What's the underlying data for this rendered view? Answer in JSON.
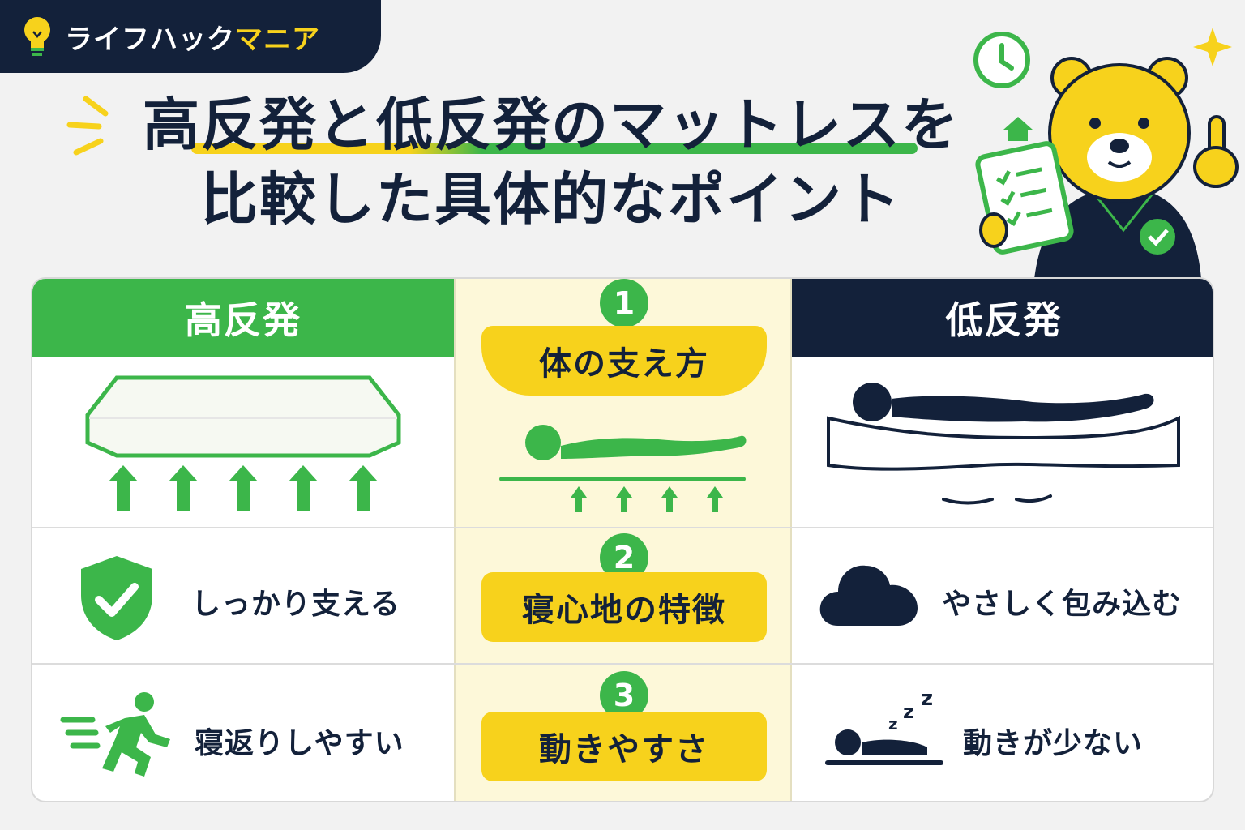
{
  "brand": {
    "name_main": "ライフハック",
    "name_accent": "マニア"
  },
  "title": {
    "line1": "高反発と低反発のマットレスを",
    "line2": "比較した具体的なポイント"
  },
  "columns": {
    "high": "高反発",
    "low": "低反発"
  },
  "rows": [
    {
      "number": "1",
      "topic": "体の支え方",
      "high": "",
      "low": ""
    },
    {
      "number": "2",
      "topic": "寝心地の特徴",
      "high": "しっかり支える",
      "low": "やさしく包み込む"
    },
    {
      "number": "3",
      "topic": "動きやすさ",
      "high": "寝返りしやすい",
      "low": "動きが少ない"
    }
  ],
  "colors": {
    "green": "#3cb64a",
    "navy": "#13213a",
    "yellow": "#f7d21c",
    "cream": "#fdf8d9"
  },
  "icons": [
    "lightbulb-icon",
    "clock-icon",
    "house-icon",
    "clipboard-icon",
    "sparkle-icon",
    "check-icon",
    "shield-check-icon",
    "running-person-icon",
    "cloud-icon",
    "sleeping-person-icon",
    "up-arrow-icon"
  ]
}
